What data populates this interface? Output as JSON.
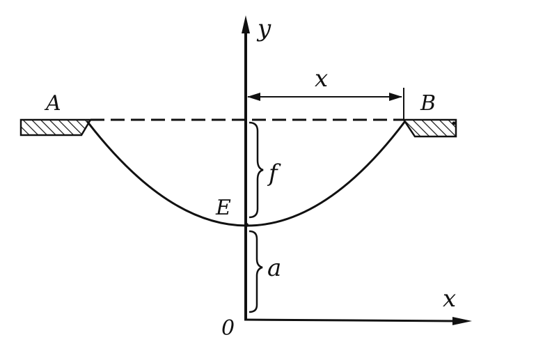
{
  "labels": {
    "y_axis": "y",
    "x_axis": "x",
    "origin": "0",
    "point_a": "A",
    "point_b": "B",
    "point_e": "E",
    "half_span": "x",
    "sag": "f",
    "offset": "a"
  },
  "colors": {
    "ink": "#111111",
    "background": "#ffffff"
  }
}
